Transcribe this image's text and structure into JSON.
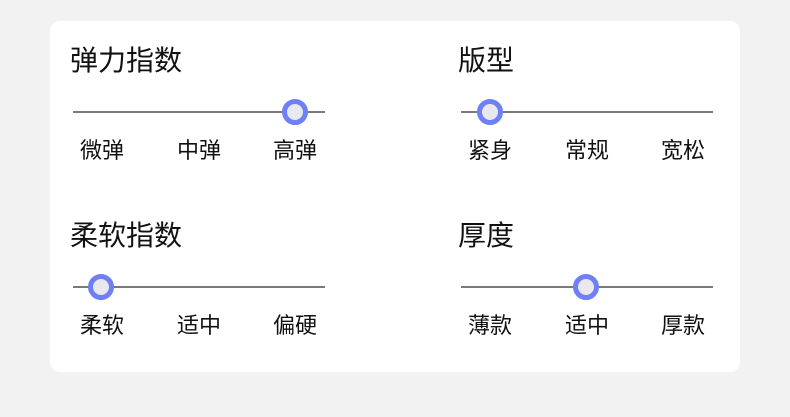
{
  "groups": [
    {
      "title": "弹力指数",
      "options": [
        "微弹",
        "中弹",
        "高弹"
      ],
      "selected_index": 2
    },
    {
      "title": "版型",
      "options": [
        "紧身",
        "常规",
        "宽松"
      ],
      "selected_index": 0
    },
    {
      "title": "柔软指数",
      "options": [
        "柔软",
        "适中",
        "偏硬"
      ],
      "selected_index": 0
    },
    {
      "title": "厚度",
      "options": [
        "薄款",
        "适中",
        "厚款"
      ],
      "selected_index": 1
    }
  ],
  "colors": {
    "accent": "#6f7ff5",
    "track": "#7a7a7a",
    "background": "#f2f2f2",
    "card": "#ffffff"
  }
}
